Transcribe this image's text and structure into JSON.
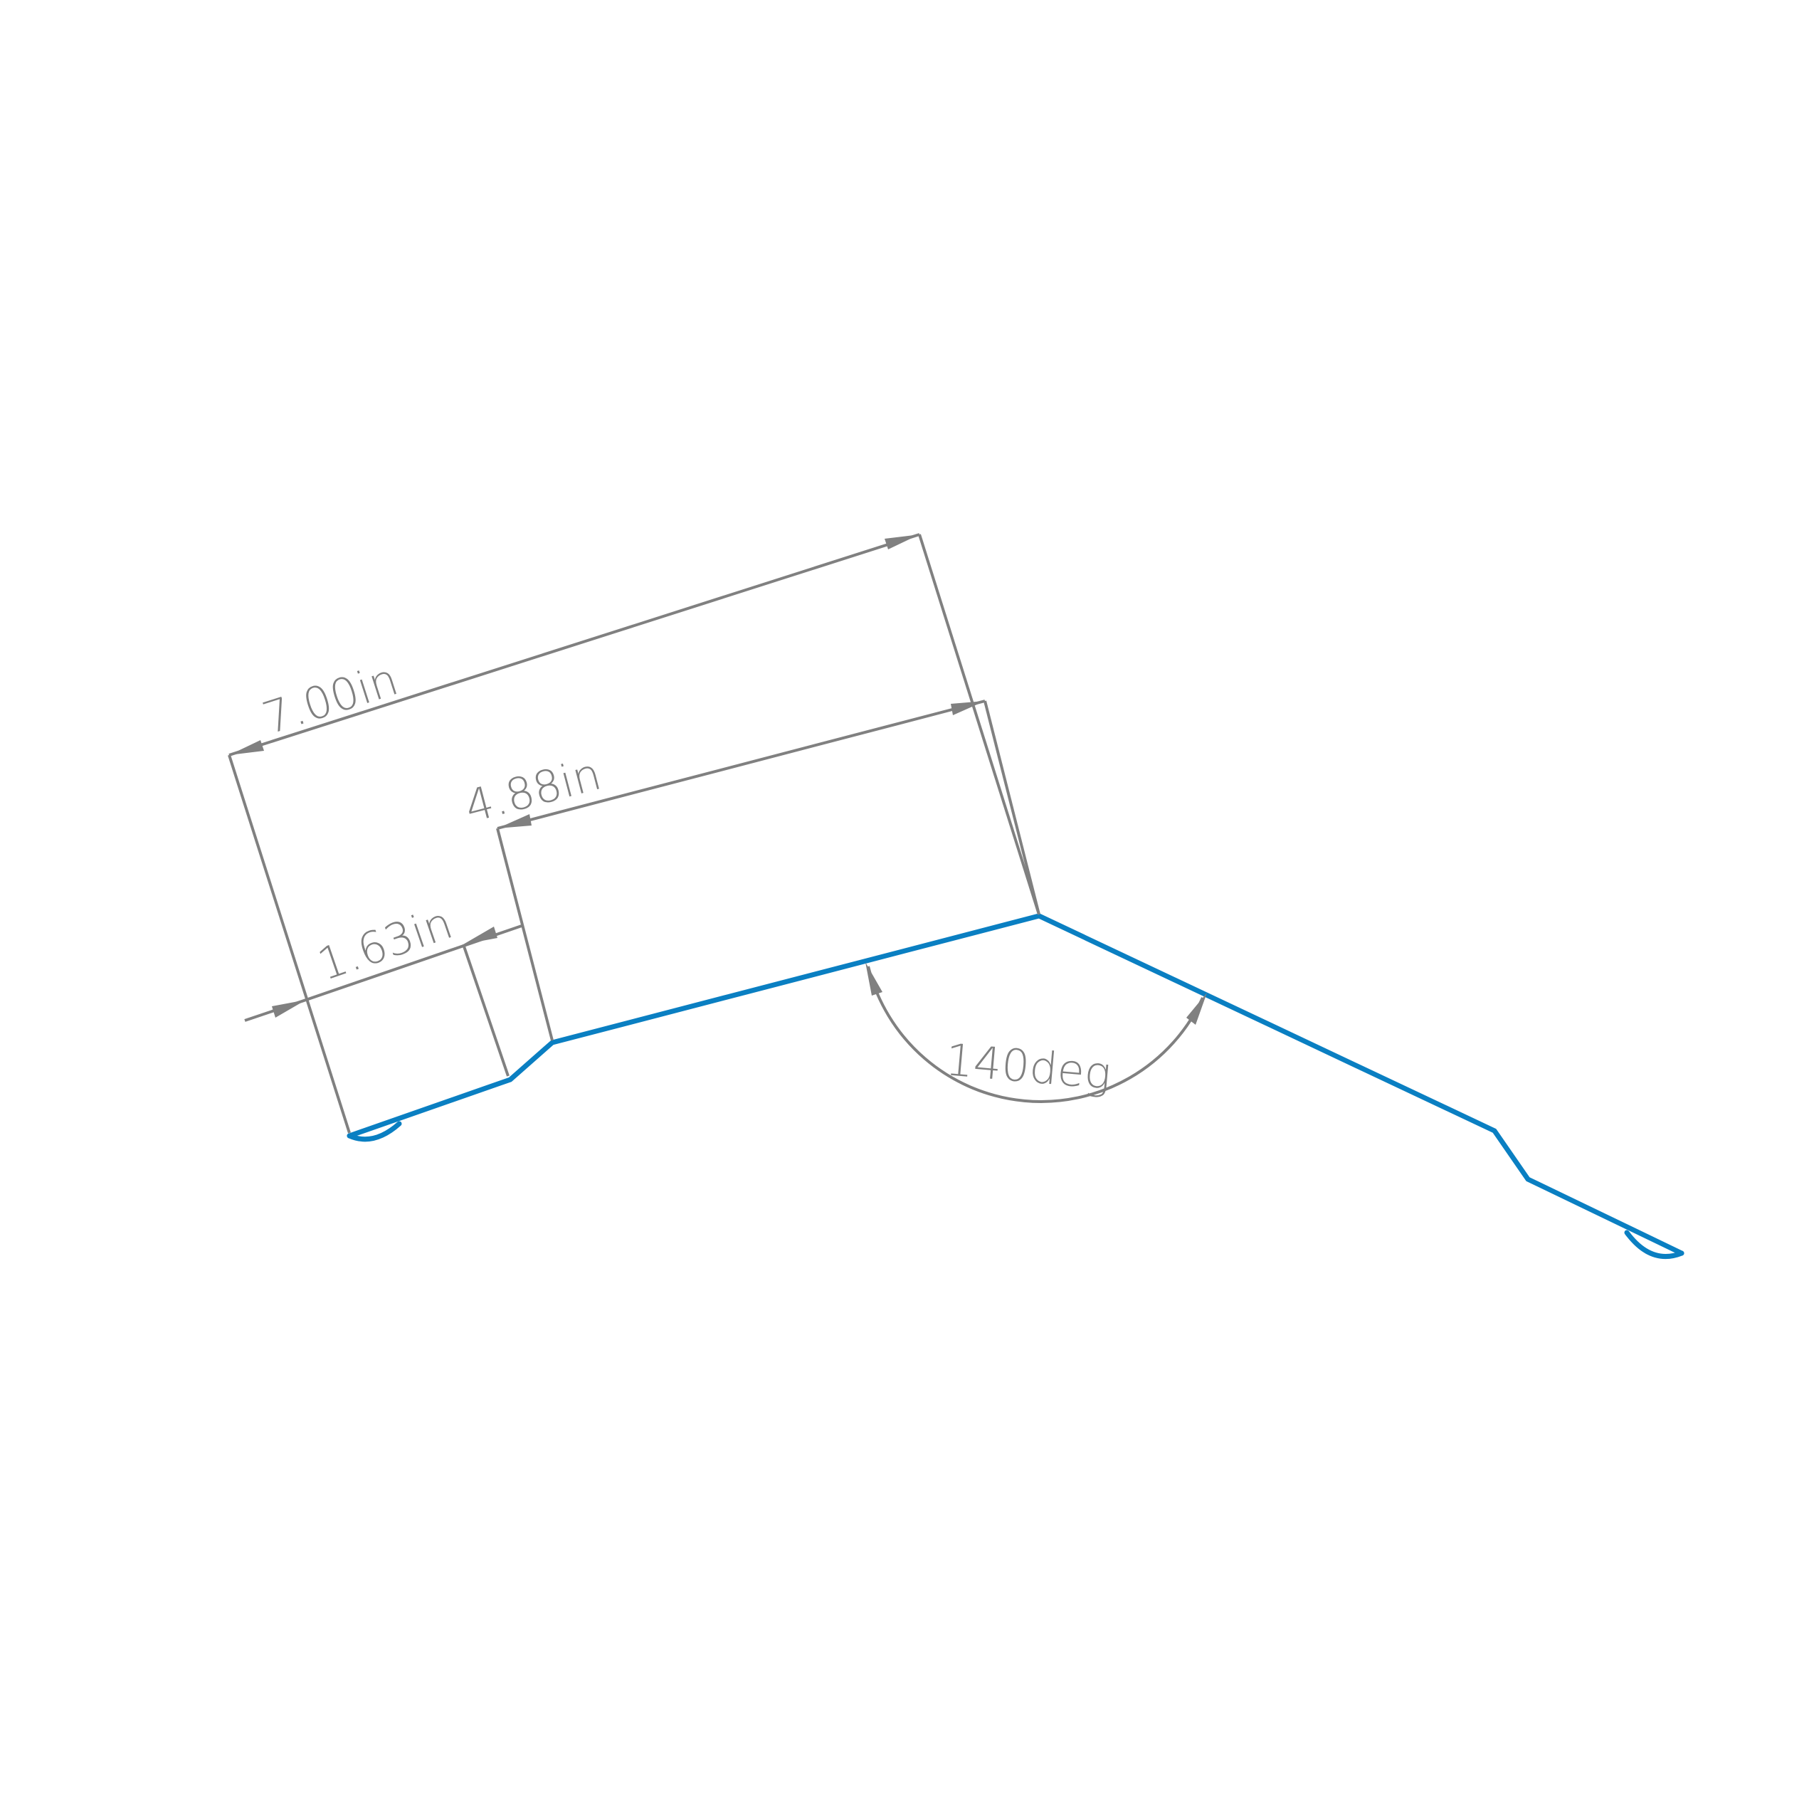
{
  "dimensions": {
    "overall_length": "7.00in",
    "upper_length": "4.88in",
    "step_length": "1.63in",
    "bend_angle": "140deg"
  },
  "colors": {
    "profile": "#0a7fc2",
    "dimension": "#808080",
    "background": "#ffffff"
  }
}
